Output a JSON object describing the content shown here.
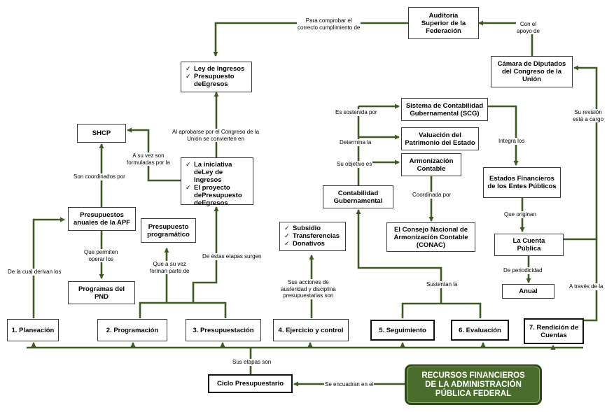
{
  "nodes": {
    "auditoria": [
      "Auditoría",
      "Superior de la",
      "Federación"
    ],
    "camara": [
      "Cámara de Diputados",
      "del Congreso de la",
      "Unión"
    ],
    "ley_list": [
      [
        "Ley de Ingresos"
      ],
      [
        "Presupuesto de",
        "Egresos"
      ]
    ],
    "shcp": "SHCP",
    "iniciativa_list": [
      [
        "La iniciativa de",
        "Ley de Ingresos"
      ],
      [
        "El proyecto de",
        "Presupuesto de",
        "Egresos"
      ]
    ],
    "presupuestos_apf": [
      "Presupuestos",
      "anuales de la APF"
    ],
    "presupuesto_programatico": [
      "Presupuesto",
      "programático"
    ],
    "programas_pnd": [
      "Programas del",
      "PND"
    ],
    "subsidio_list": [
      [
        "Subsidio"
      ],
      [
        "Transferencias"
      ],
      [
        "Donativos"
      ]
    ],
    "contabilidad": [
      "Contabilidad",
      "Gubernamental"
    ],
    "scg": [
      "Sistema de Contabilidad",
      "Gubernamental (SCG)"
    ],
    "valuacion": [
      "Valuación del",
      "Patrimonio del Estado"
    ],
    "armonizacion": [
      "Armonización",
      "Contable"
    ],
    "conac": [
      "El Consejo Nacional de",
      "Armonización Contable",
      "(CONAC)"
    ],
    "estados": [
      "Estados Financieros",
      "de los Entes Públicos"
    ],
    "cuenta_publica": [
      "La Cuenta",
      "Pública"
    ],
    "anual": "Anual",
    "stage1": "1.  Planeación",
    "stage2": "2. Programación",
    "stage3": "3. Presupuestación",
    "stage4": "4. Ejercicio y control",
    "stage5": "5. Seguimiento",
    "stage6": "6. Evaluación",
    "stage7": [
      "7. Rendición de",
      "Cuentas"
    ],
    "ciclo": "Ciclo Presupuestario",
    "recursos": [
      "RECURSOS FINANCIEROS",
      "DE LA ADMINISTRACIÓN",
      "PÚBLICA FEDERAL"
    ]
  },
  "labels": {
    "para_comprobar": [
      "Para comprobar el",
      "correcto cumplimiento de"
    ],
    "con_el_apoyo": [
      "Con el",
      "apoyo de"
    ],
    "al_aprobarse": [
      "Al aprobarse por el Congreso de la",
      "Unión se convierten en"
    ],
    "a_su_vez_son": [
      "A su vez son",
      "formuladas por la"
    ],
    "son_coordinados": [
      "Son coordinados por"
    ],
    "que_permiten": [
      "Que permiten",
      "operar los"
    ],
    "de_la_cual": [
      "De la cual derivan los"
    ],
    "que_a_su_vez": [
      "Que a su vez",
      "forman parte de"
    ],
    "de_estas_etapas": [
      "De éstas etapas surgen"
    ],
    "sus_acciones": [
      "Sus acciones de",
      "austeridad y disciplina",
      "presupuestarias son"
    ],
    "es_sostenida": [
      "Es sostenida por"
    ],
    "determina": [
      "Determina la"
    ],
    "objetivo": [
      "Su objetivo es"
    ],
    "coordinada": [
      "Coordinada por"
    ],
    "integra": [
      "Integra los"
    ],
    "que_originan": [
      "Que originan"
    ],
    "periodicidad": [
      "De periodicidad"
    ],
    "su_revision": [
      "Su revisión",
      "está a cargo"
    ],
    "a_traves": [
      "A través de la"
    ],
    "sustentan": [
      "Sustentan la"
    ],
    "sus_etapas": [
      "Sus etapas son"
    ],
    "se_encuadran": [
      "Se encuadran en el"
    ]
  },
  "colors": {
    "connector": "#3d5c22",
    "box_border": "#3a3a3a",
    "accent_box_fill": "#4a6d2b",
    "accent_box_text": "#ffffff"
  },
  "icons": {
    "check": "✓"
  }
}
